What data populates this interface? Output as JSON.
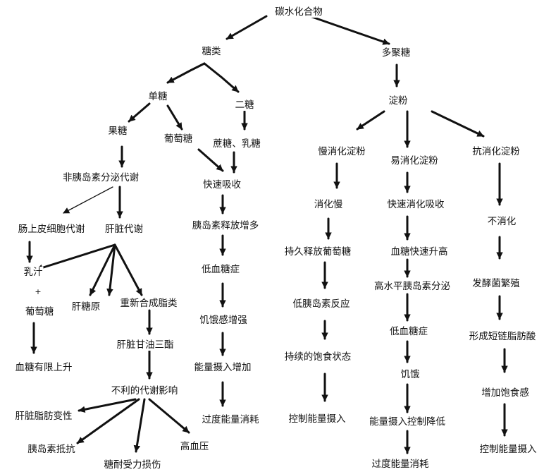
{
  "diagram": {
    "root": "碳水化合物",
    "sugars": "糖类",
    "polysaccharide": "多聚糖",
    "monosaccharide": "单糖",
    "disaccharide": "二糖",
    "fructose": "果糖",
    "glucose": "葡萄糖",
    "sucrose_lactose": "蔗糖、乳糖",
    "non_insulin": "非胰岛素分泌代谢",
    "intestinal": "肠上皮细胞代谢",
    "liver": "肝脏代谢",
    "lactate": "乳汁",
    "plus": "+",
    "glucose2": "葡萄糖",
    "glycogen": "肝糖原",
    "resynthesis": "重新合成脂类",
    "limited_rise": "血糖有限上升",
    "triglyceride": "肝脏甘油三酯",
    "adverse": "不利的代谢影响",
    "fatty_liver": "肝脏脂肪变性",
    "insulin_resist": "胰岛素抵抗",
    "glucose_intol": "糖耐受力损伤",
    "hypertension": "高血压",
    "fast_absorb": "快速吸收",
    "insulin_up": "胰岛素释放增多",
    "hypoglycemia": "低血糖症",
    "hunger_up": "饥饿感增强",
    "energy_up": "能量摄入增加",
    "excess_burn": "过度能量消耗",
    "starch": "淀粉",
    "slow_starch": "慢消化淀粉",
    "easy_starch": "易消化淀粉",
    "resistant_starch": "抗消化淀粉",
    "slow_digest": "消化慢",
    "sustained_glucose": "持久释放葡萄糖",
    "low_insulin": "低胰岛素反应",
    "sustained_satiety": "持续的饱食状态",
    "control_intake": "控制能量摄入",
    "fast_digest": "快速消化吸收",
    "glucose_spike": "血糖快速升高",
    "high_insulin": "高水平胰岛素分泌",
    "hypoglycemia2": "低血糖症",
    "hunger": "饥饿",
    "intake_down": "能量摄入控制降低",
    "excess_burn2": "过度能量消耗",
    "not_digested": "不消化",
    "ferment": "发酵菌繁殖",
    "scfa": "形成短链脂肪酸",
    "satiety_up": "增加饱食感",
    "control_intake2": "控制能量摄入"
  }
}
